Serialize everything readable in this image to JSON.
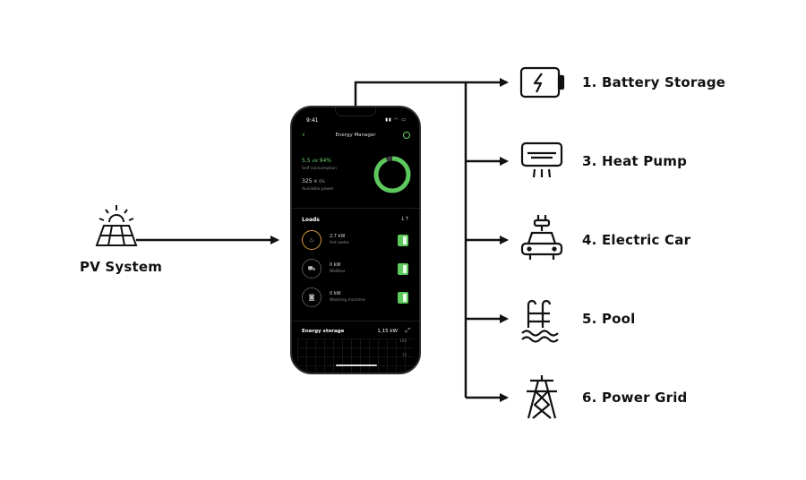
{
  "source": {
    "label": "PV System",
    "icon": "solar-panel-icon"
  },
  "outputs": [
    {
      "label": "1. Battery Storage",
      "icon": "battery-icon"
    },
    {
      "label": "3. Heat Pump",
      "icon": "heat-pump-icon"
    },
    {
      "label": "4. Electric Car",
      "icon": "electric-car-icon"
    },
    {
      "label": "5. Pool",
      "icon": "pool-icon"
    },
    {
      "label": "6. Power Grid",
      "icon": "power-grid-icon"
    }
  ],
  "phone": {
    "time": "9:41",
    "title": "Energy Manager",
    "self_consumption": {
      "value": "5,5",
      "unit": "kW",
      "percent": "94%",
      "label": "Self consumption",
      "fraction": 0.94
    },
    "available_power": {
      "value": "325",
      "unit": "W",
      "percent": "6%",
      "label": "Available power"
    },
    "loads_title": "Loads",
    "loads": [
      {
        "value": "2,7 kW",
        "name": "Hot water",
        "icon": "hot-water-icon",
        "on": true
      },
      {
        "value": "0 kW",
        "name": "Wallbox",
        "icon": "car-icon",
        "on": true
      },
      {
        "value": "0 kW",
        "name": "Washing machine",
        "icon": "washing-machine-icon",
        "on": true
      }
    ],
    "energy_storage": {
      "title": "Energy storage",
      "value": "1,15 kW",
      "ticks": [
        "100",
        "75"
      ]
    }
  },
  "colors": {
    "accent": "#6dd16d",
    "line": "#111111",
    "phone_bg": "#000000"
  }
}
